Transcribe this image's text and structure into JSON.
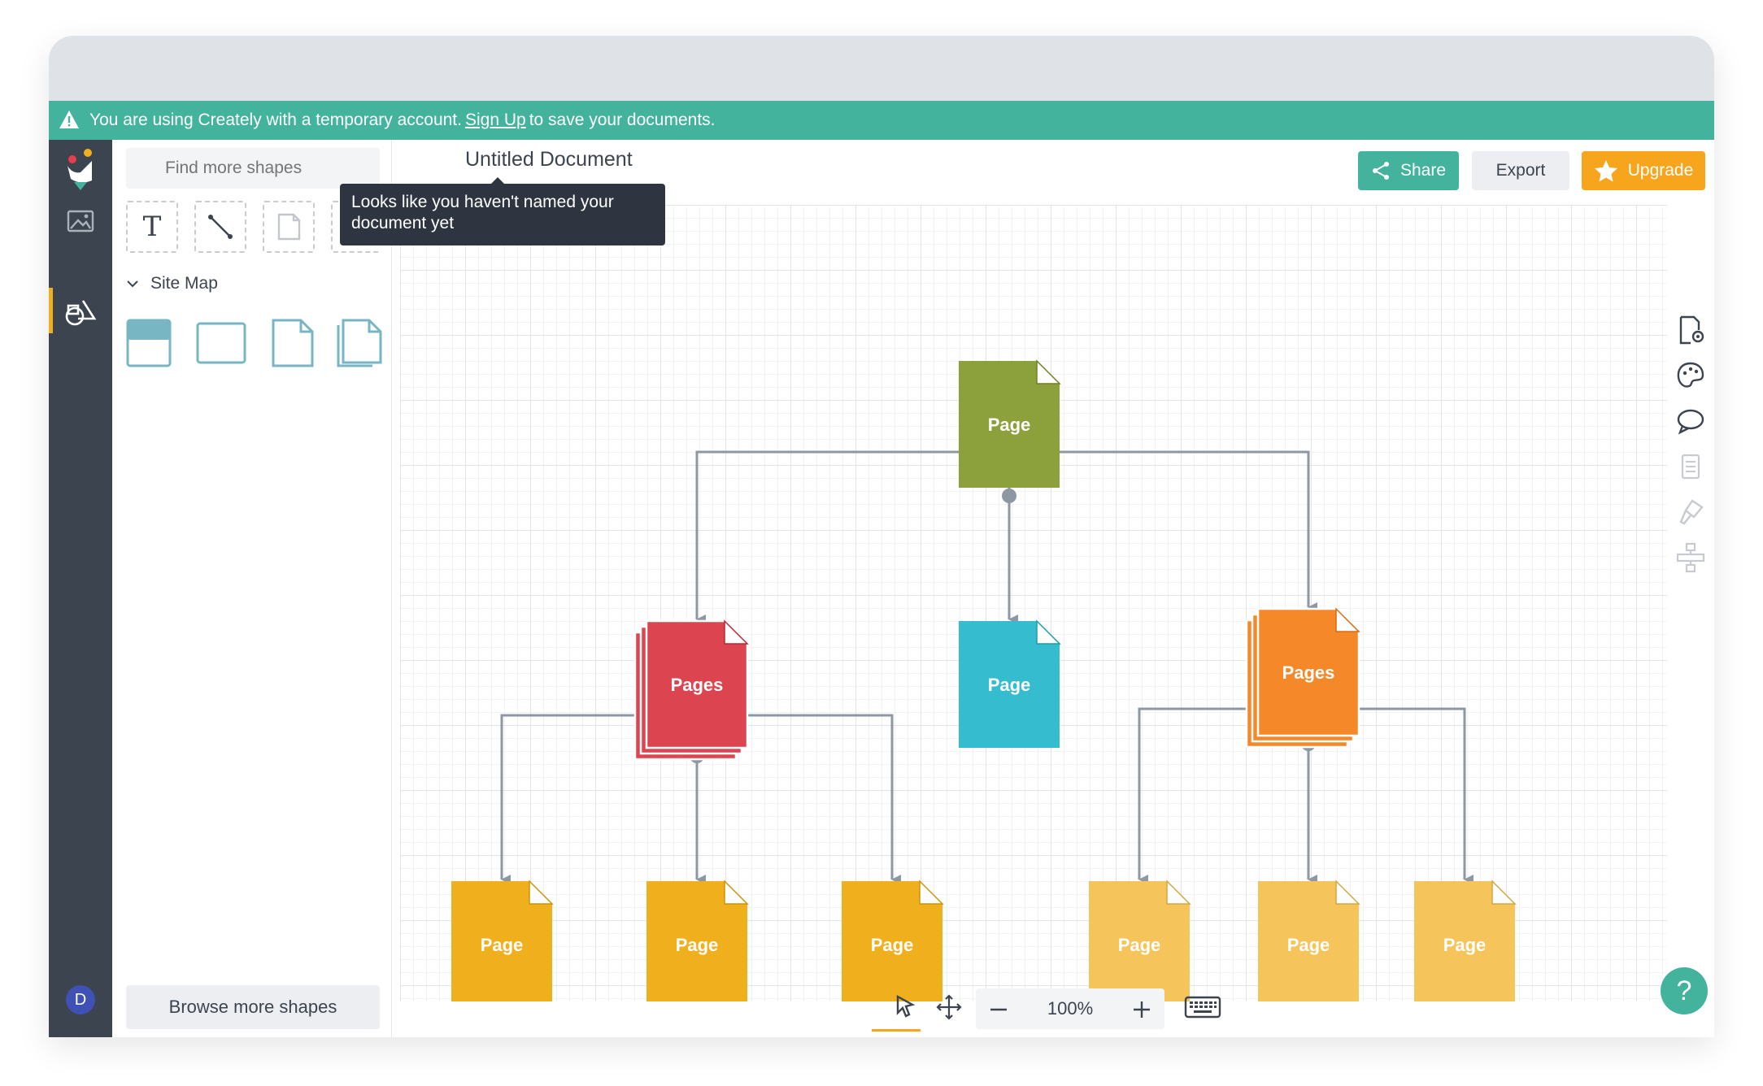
{
  "banner": {
    "text_before": "You are using Creately with a temporary account.",
    "link": "Sign Up",
    "text_after": "to save your documents."
  },
  "sidebar": {
    "items": [
      {
        "icon": "creately-logo-icon"
      },
      {
        "icon": "image-icon"
      },
      {
        "icon": "shapes-icon",
        "active": true
      }
    ],
    "avatar_initial": "D"
  },
  "shapes_panel": {
    "search_placeholder": "Find more shapes",
    "tools": [
      "text-tool-icon",
      "connector-tool-icon",
      "page-tool-icon"
    ],
    "text_tool_glyph": "T",
    "section": "Site Map",
    "library": [
      "header-page-icon",
      "window-icon",
      "page-icon",
      "stacked-page-icon"
    ],
    "browse_label": "Browse more shapes"
  },
  "header": {
    "doc_title": "Untitled Document",
    "share_label": "Share",
    "export_label": "Export",
    "upgrade_label": "Upgrade"
  },
  "tooltip": {
    "text": "Looks like you haven't named your document yet"
  },
  "diagram": {
    "nodes": [
      {
        "id": "root",
        "label": "Page",
        "color": "#8ca13b",
        "stacked": false
      },
      {
        "id": "mid-left",
        "label": "Pages",
        "color": "#dc4550",
        "stacked": true
      },
      {
        "id": "mid-center",
        "label": "Page",
        "color": "#35bccf",
        "stacked": false
      },
      {
        "id": "mid-right",
        "label": "Pages",
        "color": "#f5892a",
        "stacked": true
      },
      {
        "id": "leaf-1",
        "label": "Page",
        "color": "#f0af1d",
        "stacked": false
      },
      {
        "id": "leaf-2",
        "label": "Page",
        "color": "#f0af1d",
        "stacked": false
      },
      {
        "id": "leaf-3",
        "label": "Page",
        "color": "#f0af1d",
        "stacked": false
      },
      {
        "id": "leaf-4",
        "label": "Page",
        "color": "#f5c45a",
        "stacked": false
      },
      {
        "id": "leaf-5",
        "label": "Page",
        "color": "#f5c45a",
        "stacked": false
      },
      {
        "id": "leaf-6",
        "label": "Page",
        "color": "#f5c45a",
        "stacked": false
      }
    ],
    "edges": [
      [
        "root",
        "mid-left"
      ],
      [
        "root",
        "mid-center"
      ],
      [
        "root",
        "mid-right"
      ],
      [
        "mid-left",
        "leaf-1"
      ],
      [
        "mid-left",
        "leaf-2"
      ],
      [
        "mid-left",
        "leaf-3"
      ],
      [
        "mid-right",
        "leaf-4"
      ],
      [
        "mid-right",
        "leaf-5"
      ],
      [
        "mid-right",
        "leaf-6"
      ]
    ]
  },
  "right_panel": {
    "icons": [
      "document-settings-icon",
      "palette-icon",
      "comment-icon",
      "notes-icon",
      "brush-icon",
      "hierarchy-icon"
    ]
  },
  "bottom_toolbar": {
    "zoom": "100%",
    "icons": [
      "pointer-icon",
      "pan-icon",
      "zoom-out-icon",
      "zoom-in-icon",
      "keyboard-icon"
    ]
  },
  "help_label": "?",
  "colors": {
    "accent": "#43b39d",
    "upgrade": "#f7a51d",
    "sidebar": "#3c4450"
  }
}
